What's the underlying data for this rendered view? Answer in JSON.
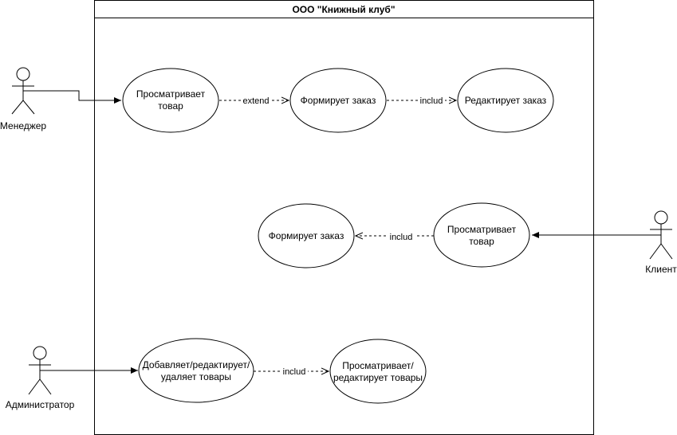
{
  "system": {
    "title": "ООО \"Книжный клуб\""
  },
  "actors": {
    "manager": "Менеджер",
    "client": "Клиент",
    "admin": "Администратор"
  },
  "use_cases": {
    "uc1_line1": "Просматривает",
    "uc1_line2": "товар",
    "uc2": "Формирует заказ",
    "uc3": "Редактирует заказ",
    "uc4": "Формирует заказ",
    "uc5_line1": "Просматривает",
    "uc5_line2": "товар",
    "uc6_line1": "Добавляет/редактирует/",
    "uc6_line2": "удаляет товары",
    "uc7_line1": "Просматривает/",
    "uc7_line2": "редактирует товары"
  },
  "relations": {
    "r1": "extend",
    "r2": "includ",
    "r3": "includ",
    "r4": "includ"
  }
}
